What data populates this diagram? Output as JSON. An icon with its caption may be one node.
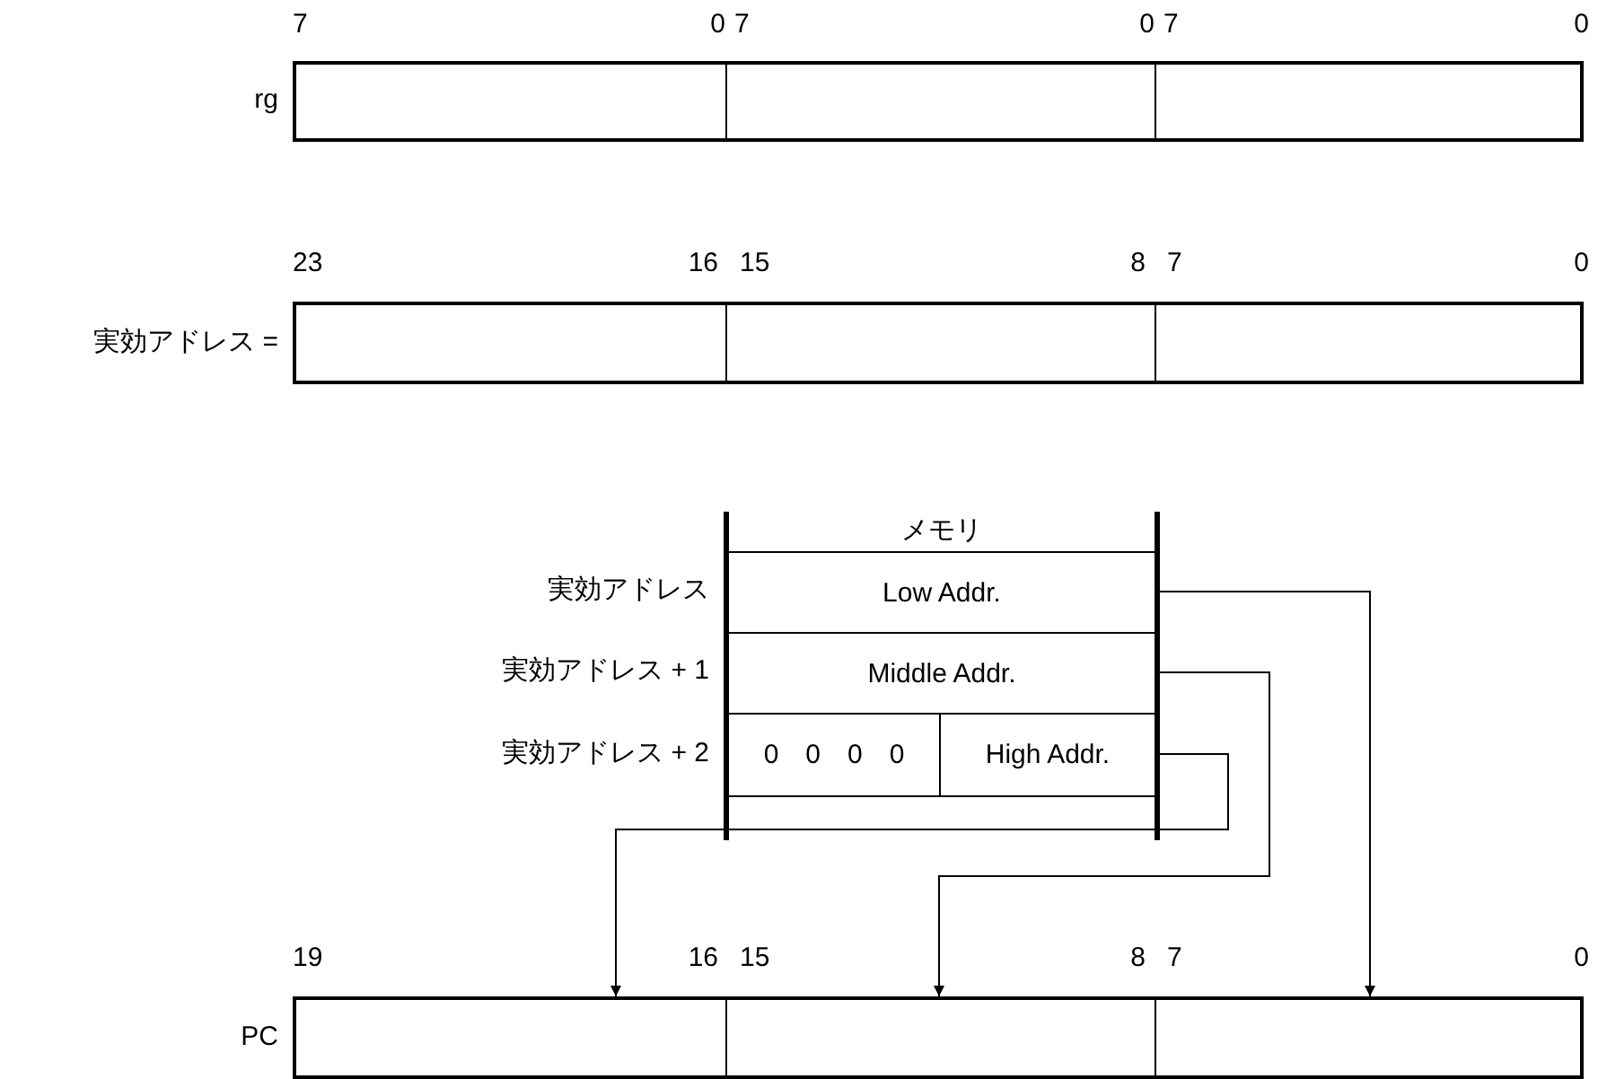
{
  "diagram": {
    "nodes": [
      {
        "text": [],
        "shape": "box",
        "beside": [
          "rg"
        ]
      },
      {
        "text": [],
        "shape": "box"
      },
      {
        "text": [],
        "shape": "box"
      },
      {
        "text": [],
        "shape": "box",
        "beside": [
          "実効アドレス ="
        ]
      },
      {
        "text": [],
        "shape": "box"
      },
      {
        "text": [],
        "shape": "box"
      },
      {
        "text": [
          "メモリ"
        ]
      },
      {
        "text": [
          "Low Addr."
        ],
        "in": 6,
        "beside": [
          "実効アドレス"
        ]
      },
      {
        "text": [
          "Middle Addr."
        ],
        "in": 6,
        "beside": [
          "実効アドレス + 1"
        ]
      },
      {
        "text": [
          "0　0　0　0"
        ],
        "in": 6,
        "beside": [
          "実効アドレス + 2"
        ]
      },
      {
        "text": [
          "High Addr."
        ],
        "in": 6
      },
      {
        "text": [],
        "shape": "box",
        "in": 6
      },
      {
        "text": [],
        "shape": "box",
        "beside": [
          "PC"
        ]
      },
      {
        "text": [],
        "shape": "box"
      },
      {
        "text": [],
        "shape": "box"
      }
    ],
    "edges": [
      {
        "from": 7,
        "to": 14,
        "arrow": "to"
      },
      {
        "from": 8,
        "to": 13,
        "arrow": "to"
      },
      {
        "from": 10,
        "to": 12,
        "arrow": "to"
      }
    ],
    "labels": [
      "7",
      "0",
      "7",
      "0",
      "7",
      "0",
      "23",
      "16",
      "15",
      "8",
      "7",
      "0",
      "19",
      "16",
      "15",
      "8",
      "7",
      "0"
    ]
  }
}
